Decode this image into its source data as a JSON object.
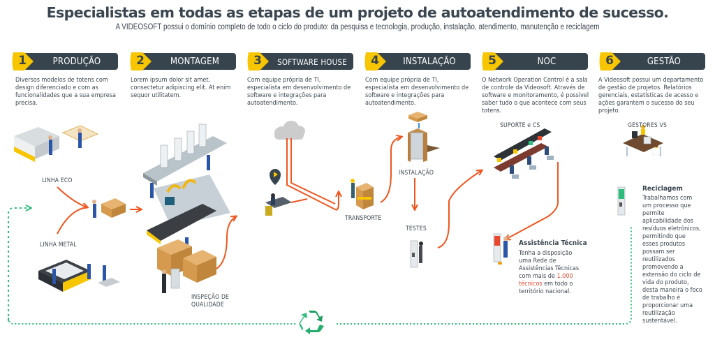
{
  "header": {
    "title": "Especialistas em todas as etapas de um projeto de autoatendimento de sucesso.",
    "subtitle": "A VIDEOSOFT possui o domínio completo de todo o ciclo do produto: da pesquisa e tecnologia, produção, instalação, atendimento, manutenção e reciclagem"
  },
  "colors": {
    "step_bar": "#37444d",
    "step_badge": "#f7c600",
    "flow_arrow": "#f0561d",
    "recycle_loop": "#2dbd7c",
    "highlight_text": "#e8482b"
  },
  "steps": [
    {
      "number": "1",
      "label": "PRODUÇÃO",
      "description": "Diversos modelos de totens com design diferenciado e com as funcionalidades que a sua empresa precisa."
    },
    {
      "number": "2",
      "label": "MONTAGEM",
      "description": "Lorem ipsum dolor sit amet, consectetur adipiscing elit. At enim sequor utilitatem."
    },
    {
      "number": "3",
      "label": "SOFTWARE HOUSE",
      "description": "Com equipe própria de TI, especialista em desenvolvimento de software e integrações para autoatendimento."
    },
    {
      "number": "4",
      "label": "INSTALAÇÃO",
      "description": "Com equipe própria de TI, especialista em desenvolvimento de software e integrações para autoatendimento."
    },
    {
      "number": "5",
      "label": "NOC",
      "description": "O Network Operation Control é a sala de controle da Videosoft. Através de software e monitoramento, é possível saber tudo o que acontece com seus totens."
    },
    {
      "number": "6",
      "label": "GESTÃO",
      "description": "A Videosoft possui um departamento de gestão de projetos. Relatórios gerenciais, estatísticas de acesso e ações garantem o sucesso do seu projeto."
    }
  ],
  "illustration_labels": {
    "linha_eco": "LINHA ECO",
    "linha_metal": "LINHA METAL",
    "inspecao_1": "INSPEÇÃO DE",
    "inspecao_2": "QUALIDADE",
    "transporte": "TRANSPORTE",
    "instalacao": "INSTALAÇÃO",
    "testes": "TESTES",
    "suporte": "SUPORTE e CS",
    "gestores": "GESTORES VS"
  },
  "assistencia": {
    "title": "Assistência Técnica",
    "text_before": "Tenha a disposição uma Rede de Assistências Técnicas com mais de ",
    "highlight": "1.000 técnicos",
    "text_after": " em todo o território nacional."
  },
  "reciclagem": {
    "title": "Reciclagem",
    "text": "Trabalhamos com um processo que permite aplicabilidade dos resíduos eletrônicos, permitindo que esses produtos possam ser reutilizados promovendo a extensão do ciclo de vida do produto, desta maneira o foco de trabalho é proporcionar uma reutilização sustentável."
  }
}
